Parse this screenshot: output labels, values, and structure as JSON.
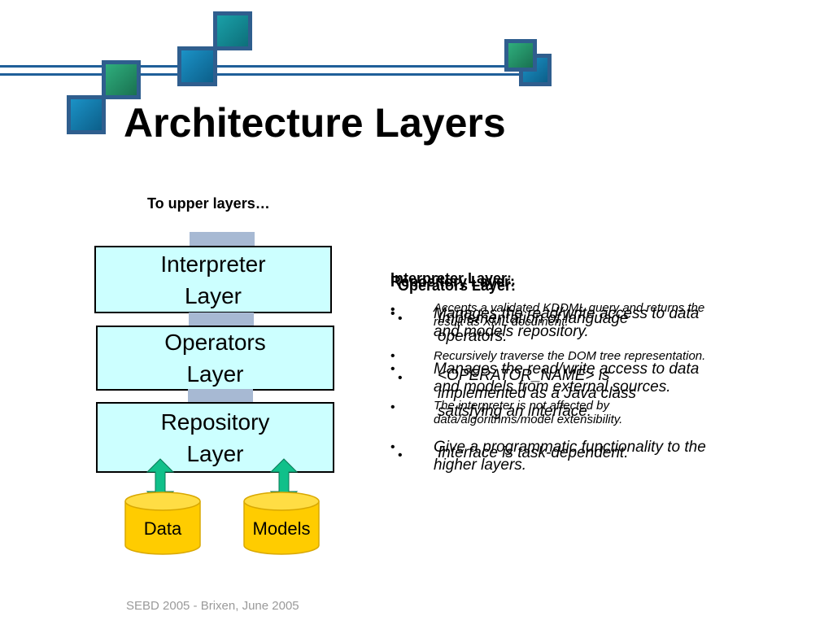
{
  "slide": {
    "title": "Architecture Layers",
    "footer": "SEBD 2005 - Brixen, June 2005"
  },
  "diagram": {
    "upper_label": "To upper layers…",
    "layers": [
      {
        "line1": "Interpreter",
        "line2": "Layer"
      },
      {
        "line1": "Operators",
        "line2": "Layer"
      },
      {
        "line1": "Repository",
        "line2": "Layer"
      }
    ],
    "stores": [
      "Data",
      "Models"
    ]
  },
  "descriptions": {
    "interpreter": {
      "title": "Interpreter Layer:",
      "items": [
        "Accepts a validated KDDML query and returns the result as XML document.",
        "Recursively traverse the DOM tree representation.",
        "The interpreter is not affected by data/algorithms/model extensibility."
      ]
    },
    "operators": {
      "title": "Operators Layer:",
      "items": [
        "Implementation of language operators.",
        "<OPERATOR_NAME> is implemented as a Java class satisfying an interface.",
        "Interface is task-dependent."
      ]
    },
    "repository": {
      "title": "Repository Layer:",
      "items": [
        "Manages the read/write access to data and models repository.",
        "Manages the read/write access to data and models from external sources.",
        "Give a programmatic functionality to the higher layers."
      ]
    },
    "bullet": "•"
  },
  "colors": {
    "layer_fill": "#ccffff",
    "connector": "#a7b9d3",
    "arrow": "#10c08a",
    "cylinder": "#ffcc00",
    "header_line": "#1f5f99"
  },
  "icons": {
    "arrow": "double-headed-arrow",
    "store": "database-cylinder"
  }
}
